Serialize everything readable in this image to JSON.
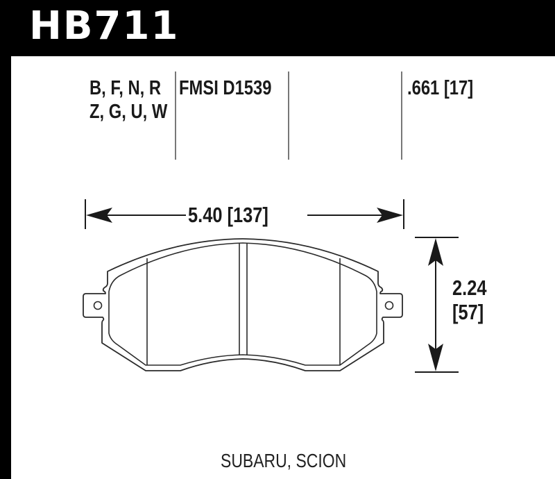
{
  "title": {
    "part_number": "HB711"
  },
  "specs": {
    "compound_codes_line1": "B, F, N, R",
    "compound_codes_line2": "Z, G, U, W",
    "fmsi": "FMSI D1539",
    "thickness": ".661 [17]"
  },
  "dimensions": {
    "width": "5.40 [137]",
    "height_line1": "2.24",
    "height_line2": "[57]"
  },
  "application": {
    "vehicles": "SUBARU, SCION"
  },
  "colors": {
    "background": "#000000",
    "sheet": "#ffffff",
    "line": "#222222",
    "separator": "#777777",
    "text": "#1a1a1a"
  }
}
